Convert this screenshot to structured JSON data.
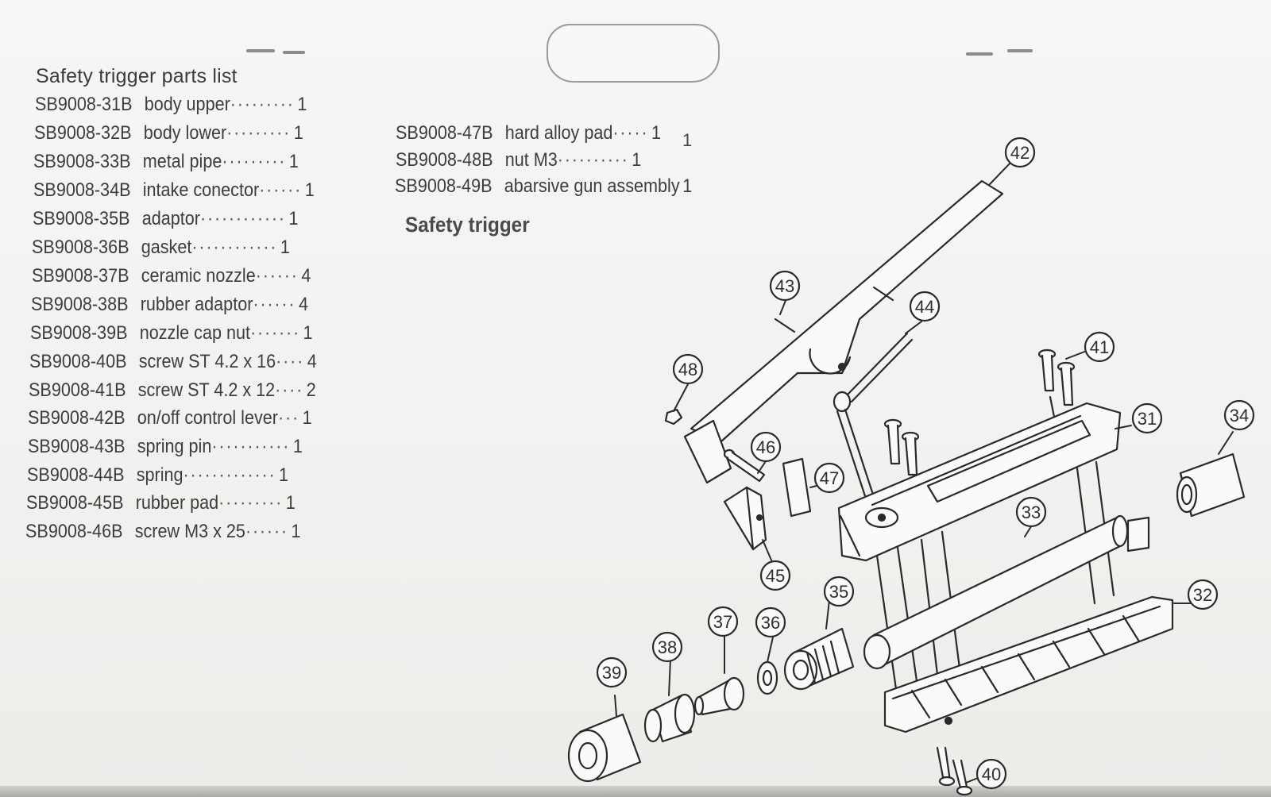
{
  "parts_list": {
    "title": "Safety trigger parts list",
    "items": [
      {
        "code": "SB9008-31B",
        "name": "body upper",
        "dots": "·········",
        "qty": "1"
      },
      {
        "code": "SB9008-32B",
        "name": "body lower",
        "dots": "·········",
        "qty": "1"
      },
      {
        "code": "SB9008-33B",
        "name": "metal pipe",
        "dots": "·········",
        "qty": "1"
      },
      {
        "code": "SB9008-34B",
        "name": "intake conector",
        "dots": "······",
        "qty": "1"
      },
      {
        "code": "SB9008-35B",
        "name": "adaptor",
        "dots": "············",
        "qty": "1"
      },
      {
        "code": "SB9008-36B",
        "name": "gasket",
        "dots": "············",
        "qty": "1"
      },
      {
        "code": "SB9008-37B",
        "name": "ceramic nozzle",
        "dots": "······",
        "qty": "4"
      },
      {
        "code": "SB9008-38B",
        "name": "rubber adaptor",
        "dots": "······",
        "qty": "4"
      },
      {
        "code": "SB9008-39B",
        "name": "nozzle cap nut",
        "dots": "·······",
        "qty": "1"
      },
      {
        "code": "SB9008-40B",
        "name": "screw ST 4.2 x 16",
        "dots": "····",
        "qty": "4"
      },
      {
        "code": "SB9008-41B",
        "name": "screw ST 4.2 x 12",
        "dots": "····",
        "qty": "2"
      },
      {
        "code": "SB9008-42B",
        "name": "on/off control lever",
        "dots": "···",
        "qty": "1"
      },
      {
        "code": "SB9008-43B",
        "name": "spring pin",
        "dots": "···········",
        "qty": "1"
      },
      {
        "code": "SB9008-44B",
        "name": "spring",
        "dots": "·············",
        "qty": "1"
      },
      {
        "code": "SB9008-45B",
        "name": "rubber pad",
        "dots": "·········",
        "qty": "1"
      },
      {
        "code": "SB9008-46B",
        "name": "screw M3 x  25",
        "dots": "······",
        "qty": "1"
      },
      {
        "code": "SB9008-47B",
        "name": "hard alloy pad",
        "dots": "·····",
        "qty": "1"
      },
      {
        "code": "SB9008-48B",
        "name": "nut M3",
        "dots": "··········",
        "qty": "1"
      },
      {
        "code": "SB9008-49B",
        "name": "abarsive gun assembly",
        "dots": "",
        "qty": "1"
      }
    ],
    "stray_mark": "1"
  },
  "diagram": {
    "title": "Safety trigger",
    "callouts": [
      "31",
      "32",
      "33",
      "34",
      "35",
      "36",
      "37",
      "38",
      "39",
      "40",
      "41",
      "42",
      "43",
      "44",
      "45",
      "46",
      "47",
      "48"
    ]
  }
}
